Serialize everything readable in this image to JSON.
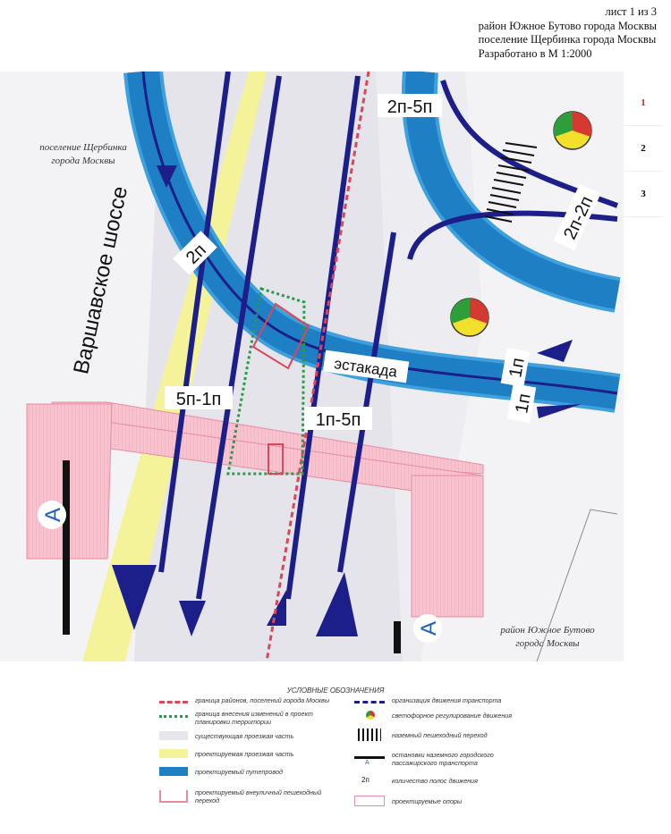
{
  "header": {
    "sheet": "лист 1 из 3",
    "line1": "район Южное Бутово города Москвы",
    "line2": "поселение Щербинка города Москвы",
    "line3": "Разработано в М 1:2000"
  },
  "sheets": [
    "1",
    "2",
    "3"
  ],
  "map": {
    "area_left_line1": "поселение Щербинка",
    "area_left_line2": "города Москвы",
    "area_right_line1": "район Южное Бутово",
    "area_right_line2": "города Москвы",
    "road_name": "Варшавское шоссе",
    "overpass_label": "эстакада",
    "lane_labels": [
      "2п-5п",
      "2п-2п",
      "2п",
      "1п",
      "1п",
      "5п-1п",
      "1п-5п"
    ],
    "stop_letter": "А"
  },
  "legend": {
    "title": "УСЛОВНЫЕ ОБОЗНАЧЕНИЯ",
    "items": {
      "district_boundary": "граница районов, поселений города Москвы",
      "change_boundary": "граница внесения изменений в проект планировки территории",
      "existing_roadway": "существующая проезжая часть",
      "planned_roadway": "проектируемая проезжая часть",
      "planned_overpass": "проектируемый путепровод",
      "pedestrian_crossing": "проектируемый внеуличный пешеходный переход",
      "traffic_org": "организация движения транспорта",
      "traffic_light": "светофорное регулирование движения",
      "ground_crossing": "наземный пешеходный переход",
      "transit_stop": "остановки наземного городского пассажирского транспорта",
      "lane_count": "количество полос движения",
      "lane_example": "2п",
      "stop_example": "А",
      "planned_supports": "проектируемые опоры"
    }
  },
  "colors": {
    "overpass": "#1f7fc4",
    "overpass_edge": "#3fa0de",
    "road": "#e6e6ec",
    "planned_road": "#f5f39a",
    "arrow": "#1c1f8a",
    "pink": "#f6c4cf",
    "pink_edge": "#e88aa0",
    "boundary_red": "#d9475a",
    "boundary_green": "#2a9a4a"
  }
}
